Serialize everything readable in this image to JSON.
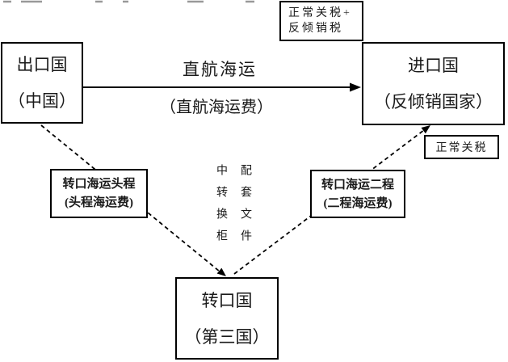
{
  "colors": {
    "background": "#ffffff",
    "line": "#000000",
    "text": "#1a1a1a",
    "artifact_gray": "#999999"
  },
  "nodes": {
    "export_country": {
      "name": "出口国",
      "subname": "（中国）"
    },
    "import_country": {
      "name": "进口国",
      "subname": "（反倾销国家）"
    },
    "transit_country": {
      "name": "转口国",
      "subname": "（第三国）"
    },
    "duty_antidumping": {
      "line1": "正常关税+",
      "line2": "反倾销税"
    },
    "duty_normal": {
      "label": "正常关税"
    },
    "transship_leg1": {
      "line1": "转口海运头程",
      "line2": "(头程海运费)"
    },
    "transship_leg2": {
      "line1": "转口海运二程",
      "line2": "(二程海运费)"
    }
  },
  "edges": {
    "direct_route": {
      "label": "直航海运",
      "cost_label": "（直航海运费）"
    }
  },
  "center_note": {
    "column1": "中转换柜",
    "column2": "配套文件"
  }
}
